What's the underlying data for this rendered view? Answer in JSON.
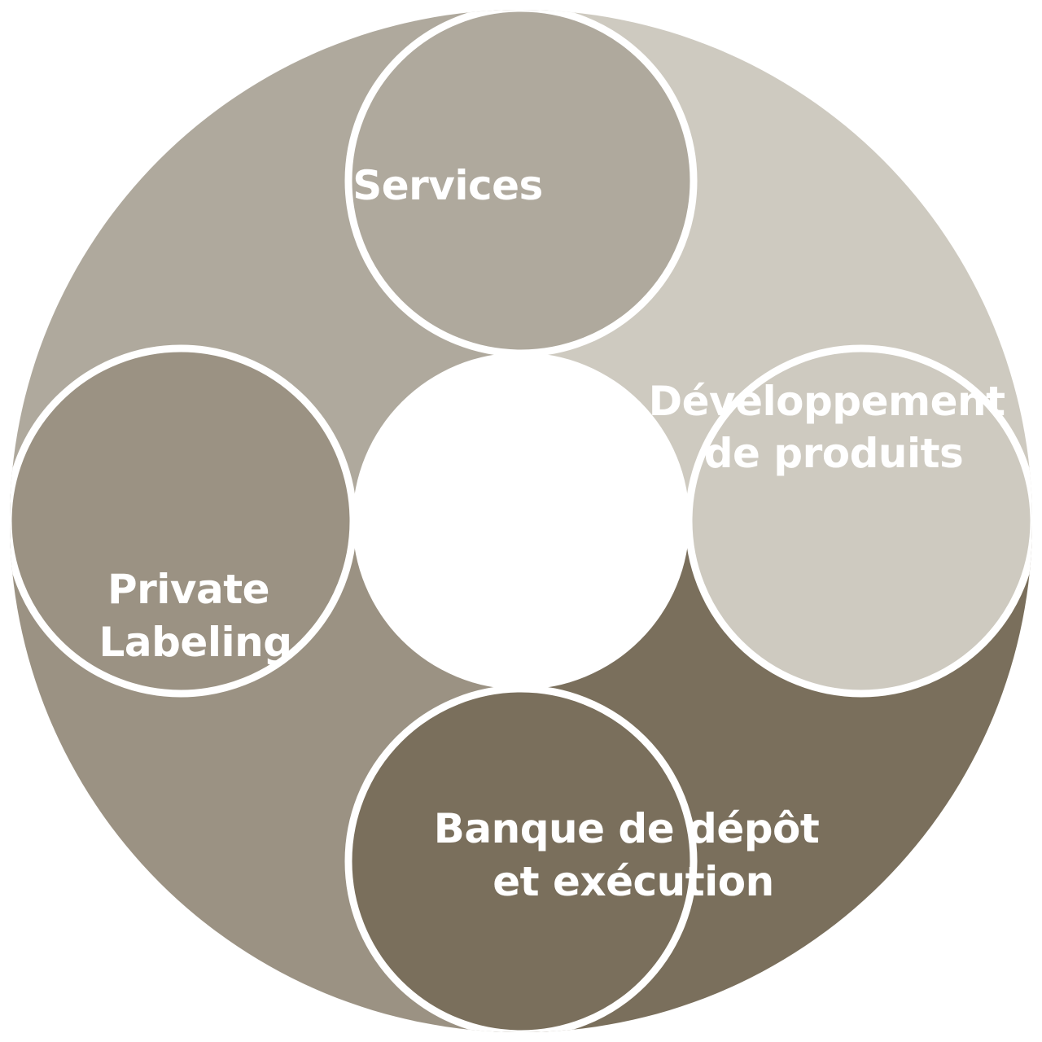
{
  "diagram": {
    "type": "cycle-pinwheel",
    "background": "#ffffff",
    "center_hole_color": "#ffffff",
    "separator_color": "#ffffff",
    "segments": [
      {
        "id": "services",
        "lines": [
          "Services"
        ],
        "color": "#afa99d",
        "position": "top"
      },
      {
        "id": "developpement",
        "lines": [
          "Développement",
          "de produits"
        ],
        "color": "#cecac0",
        "position": "right"
      },
      {
        "id": "banque",
        "lines": [
          "Banque de dépôt",
          "et exécution"
        ],
        "color": "#7a6f5c",
        "position": "bottom"
      },
      {
        "id": "private-labeling",
        "lines": [
          "Private",
          "Labeling"
        ],
        "color": "#9b9283",
        "position": "left"
      }
    ]
  }
}
